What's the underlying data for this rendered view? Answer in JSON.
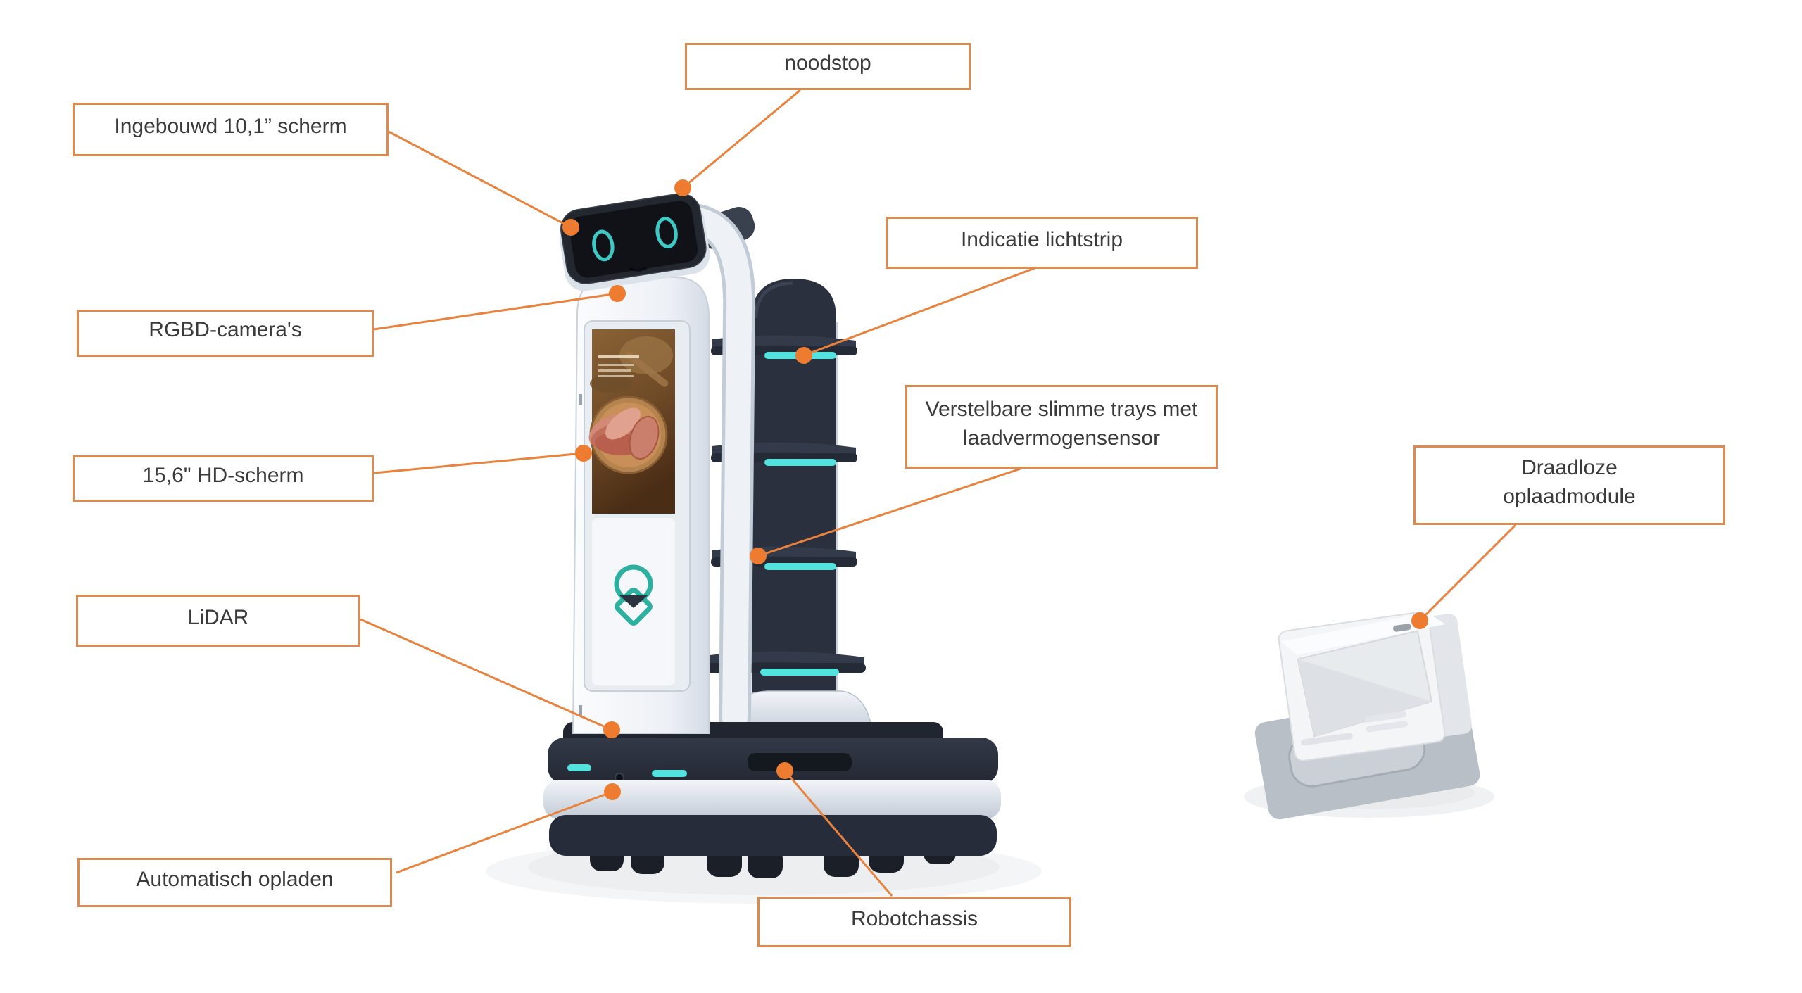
{
  "diagram": {
    "labels": [
      {
        "id": "noodstop",
        "text": "noodstop"
      },
      {
        "id": "ingebouwd-scherm",
        "text": "Ingebouwd 10,1” scherm"
      },
      {
        "id": "rgbd-cameras",
        "text": "RGBD-camera's"
      },
      {
        "id": "hd-scherm",
        "text": "15,6\" HD-scherm"
      },
      {
        "id": "lidar",
        "text": "LiDAR"
      },
      {
        "id": "automatisch-opladen",
        "text": "Automatisch opladen"
      },
      {
        "id": "robotchassis",
        "text": "Robotchassis"
      },
      {
        "id": "indicatie-lichtstrip",
        "text": "Indicatie lichtstrip"
      },
      {
        "id": "verstelbare-trays",
        "text": "Verstelbare slimme trays met laadvermogensensor"
      },
      {
        "id": "draadloze-oplaadmodule",
        "text": "Draadloze\noplaadmodule"
      }
    ],
    "colors": {
      "background": "#FFFFFF",
      "callout_border": "#DC8A50",
      "callout_text": "#3A3A3A",
      "leader_line": "#E8823C",
      "marker_dot": "#ED7C30",
      "tray_light_strip": "#52E3DE",
      "eye_ring_teal": "#3FC9C5",
      "logo_teal": "#2EB0A0",
      "robot_dark_navy": "#2A303E",
      "robot_body_white": "#F2F5F9"
    }
  }
}
